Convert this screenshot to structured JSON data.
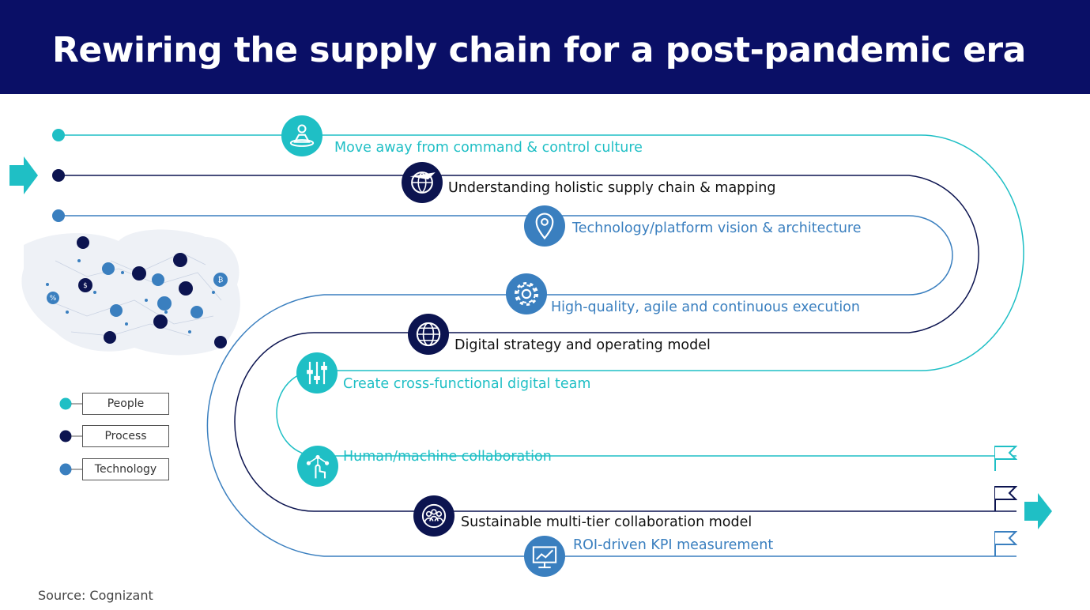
{
  "header": {
    "title": "Rewiring the supply chain for a post-pandemic era",
    "background": "#0a0f66"
  },
  "colors": {
    "people": "#1fbfc5",
    "process": "#0c1450",
    "technology": "#3a7fbf"
  },
  "steps": [
    {
      "label": "Move away from command & control culture",
      "category": "people",
      "icon": "person-meditation-icon"
    },
    {
      "label": "Understanding holistic supply chain & mapping",
      "category": "process",
      "icon": "globe-plane-icon"
    },
    {
      "label": "Technology/platform vision & architecture",
      "category": "technology",
      "icon": "location-pin-icon"
    },
    {
      "label": "High-quality, agile and continuous execution",
      "category": "technology",
      "icon": "gear-icon"
    },
    {
      "label": "Digital strategy and operating model",
      "category": "process",
      "icon": "globe-icon"
    },
    {
      "label": "Create cross-functional digital team",
      "category": "people",
      "icon": "sliders-icon"
    },
    {
      "label": "Human/machine collaboration",
      "category": "people",
      "icon": "touch-network-icon"
    },
    {
      "label": "Sustainable multi-tier collaboration model",
      "category": "process",
      "icon": "team-icon"
    },
    {
      "label": "ROI-driven KPI measurement",
      "category": "technology",
      "icon": "chart-monitor-icon"
    }
  ],
  "legend": [
    {
      "label": "People",
      "category": "people"
    },
    {
      "label": "Process",
      "category": "process"
    },
    {
      "label": "Technology",
      "category": "technology"
    }
  ],
  "source": "Source: Cognizant"
}
